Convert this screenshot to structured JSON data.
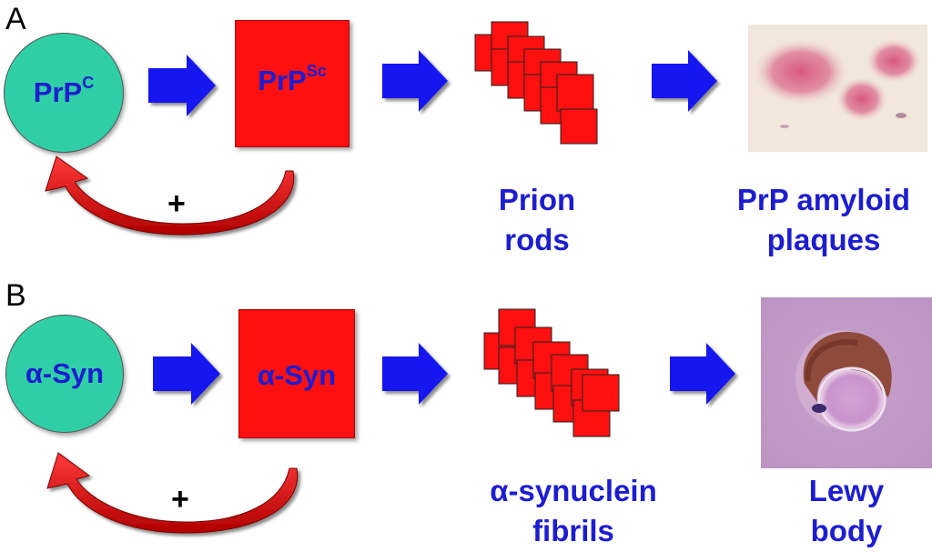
{
  "panels": [
    {
      "letter": "A",
      "monomer": {
        "base": "PrP",
        "sup": "C"
      },
      "aggregate": {
        "base": "PrP",
        "sup": "Sc"
      },
      "feedback": "+",
      "fibril_caption": [
        "Prion",
        "rods"
      ],
      "plaque_caption": [
        "PrP amyloid",
        "plaques"
      ]
    },
    {
      "letter": "B",
      "monomer": {
        "base": "α-Syn",
        "sup": ""
      },
      "aggregate": {
        "base": "α-Syn",
        "sup": ""
      },
      "feedback": "+",
      "fibril_caption": [
        "α-synuclein",
        "fibrils"
      ],
      "plaque_caption": [
        "Lewy",
        "body"
      ]
    }
  ],
  "colors": {
    "monomer_fill": "#2fcfa6",
    "aggregate_fill": "#ff1010",
    "arrow_fill": "#1515f0",
    "label_text": "#1d1dd0",
    "curved_arrow": "#d81010"
  }
}
